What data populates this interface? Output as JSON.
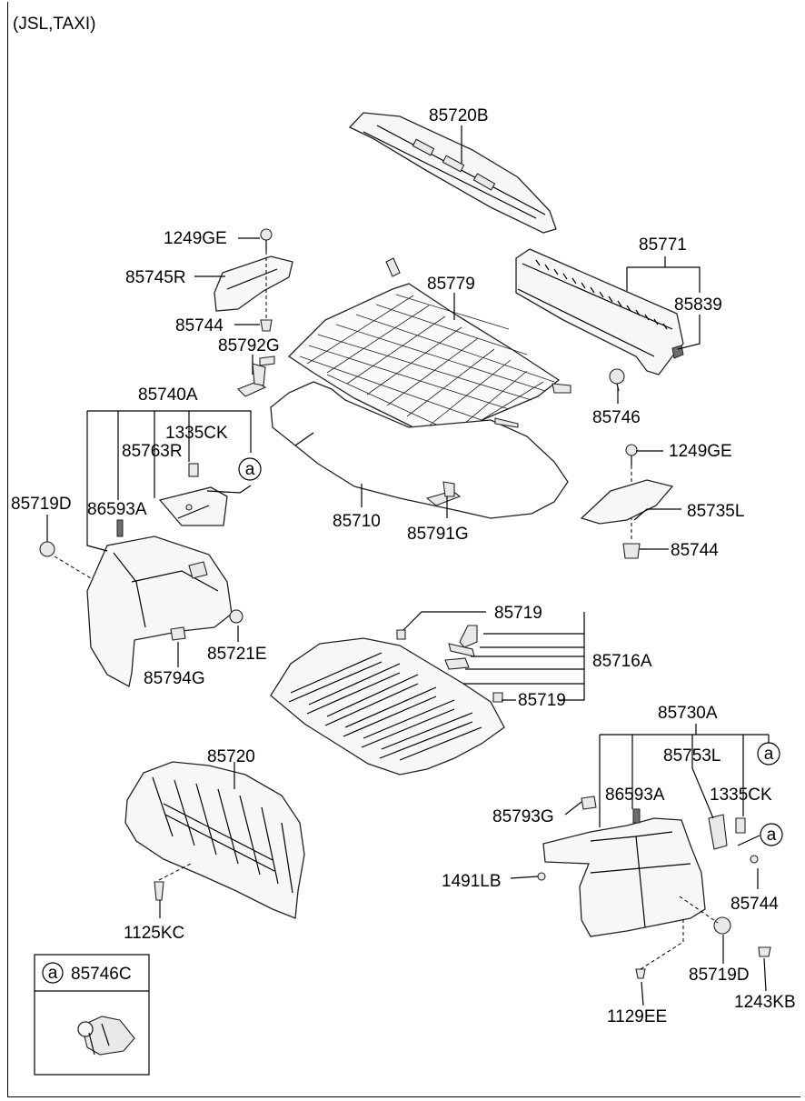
{
  "header": "(JSL,TAXI)",
  "parts": {
    "p85720B": "85720B",
    "p1249GE_a": "1249GE",
    "p85745R": "85745R",
    "p85744_a": "85744",
    "p85792G": "85792G",
    "p85771": "85771",
    "p85779": "85779",
    "p85839": "85839",
    "p85746": "85746",
    "p85740A": "85740A",
    "p1335CK_a": "1335CK",
    "p85763R": "85763R",
    "p85719D_a": "85719D",
    "p86593A_a": "86593A",
    "p85710": "85710",
    "p85791G": "85791G",
    "p1249GE_b": "1249GE",
    "p85735L": "85735L",
    "p85744_b": "85744",
    "p85719_a": "85719",
    "p85716A": "85716A",
    "p85721E": "85721E",
    "p85794G": "85794G",
    "p85719_b": "85719",
    "p85730A": "85730A",
    "p85720": "85720",
    "p85753L": "85753L",
    "p86593A_b": "86593A",
    "p1335CK_b": "1335CK",
    "p85793G": "85793G",
    "p1491LB": "1491LB",
    "p85744_c": "85744",
    "p1125KC": "1125KC",
    "p85719D_b": "85719D",
    "p1129EE": "1129EE",
    "p1243KB": "1243KB"
  },
  "callouts": {
    "a1": "a",
    "a2": "a",
    "a3": "a",
    "legend_marker": "a"
  },
  "legend": {
    "part": "85746C"
  }
}
